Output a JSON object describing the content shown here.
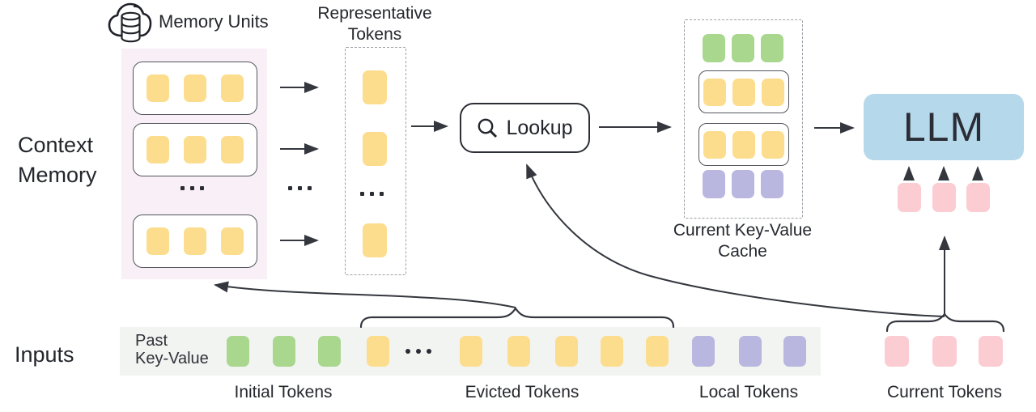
{
  "memory_section": {
    "side_label": "Context\nMemory",
    "units_label": "Memory Units",
    "unit_count": 3,
    "tokens_per_unit": 3,
    "ellipsis": "..."
  },
  "representative": {
    "label": "Representative\nTokens",
    "visible_token_count": 3,
    "ellipsis": "..."
  },
  "lookup": {
    "label": "Lookup",
    "icon": "magnifier-icon"
  },
  "kv_cache": {
    "label": "Current Key-Value\nCache",
    "rows": [
      {
        "type": "initial-tokens",
        "color": "#A9D78E",
        "count": 3,
        "boxed": false
      },
      {
        "type": "retrieved-memory-unit",
        "color": "#FCDD8D",
        "count": 3,
        "boxed": true
      },
      {
        "type": "retrieved-memory-unit",
        "color": "#FCDD8D",
        "count": 3,
        "boxed": true
      },
      {
        "type": "local-tokens",
        "color": "#B9B6E0",
        "count": 3,
        "boxed": false
      }
    ]
  },
  "llm": {
    "label": "LLM",
    "input_token_count": 3,
    "input_token_color": "#FBCDD2"
  },
  "inputs_section": {
    "side_label": "Inputs",
    "strip_label": "Past\nKey-Value",
    "ellipsis": "...",
    "groups": [
      {
        "caption": "Initial Tokens",
        "color": "#A9D78E",
        "count": 3
      },
      {
        "caption": "Evicted Tokens",
        "color": "#FCDD8D",
        "count": 6
      },
      {
        "caption": "Local Tokens",
        "color": "#B9B6E0",
        "count": 3
      },
      {
        "caption": "Current Tokens",
        "color": "#FBCDD2",
        "count": 3
      }
    ]
  },
  "colors": {
    "memory_panel_bg": "#F9EFF6",
    "strip_bg": "#F2F4F2",
    "llm_bg": "#B5D8EA",
    "token_yellow": "#FCDD8D",
    "token_green": "#A9D78E",
    "token_purple": "#B9B6E0",
    "token_pink": "#FBCDD2",
    "stroke_dark": "#34373E",
    "dashed_border": "#9BA0A6"
  }
}
